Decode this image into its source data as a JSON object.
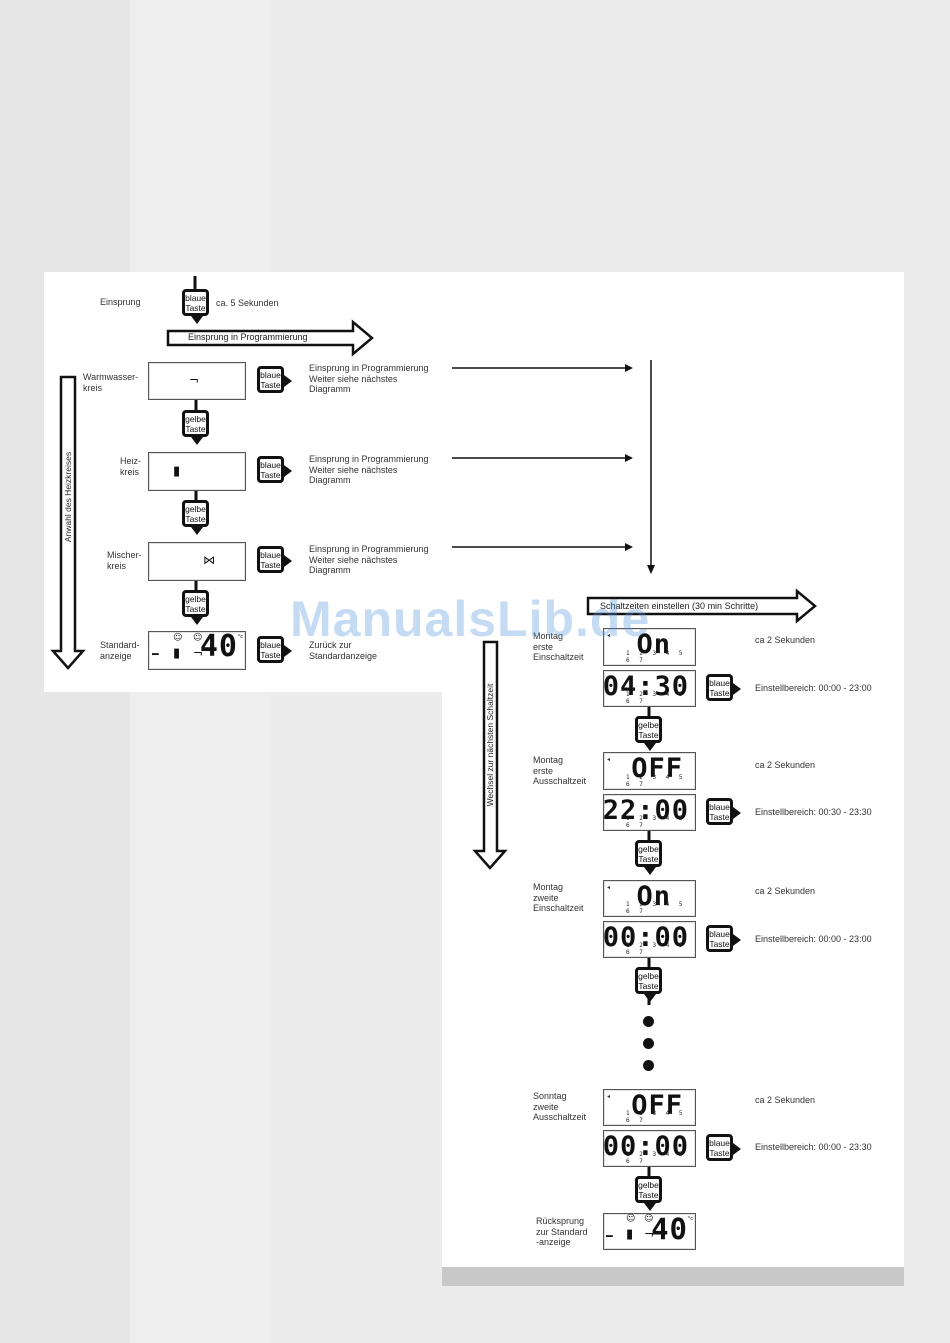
{
  "watermark": "ManualsLib.de",
  "colors": {
    "background": "#ececec",
    "panel": "#ffffff",
    "footer_bar": "#c8c8c8",
    "watermark": "#5b9be0"
  },
  "left_diagram": {
    "entry_label": "Einsprung",
    "entry_key": "blaue\nTaste",
    "entry_hint": "ca. 5 Sekunden",
    "entry_arrow": "Einsprung in Programmierung",
    "side_arrow": "Anwahl des Heizkreises",
    "rows": [
      {
        "label": "Warmwasser-\nkreis",
        "icon": "faucet-icon",
        "key": "blaue\nTaste",
        "text": "Einsprung in Programmierung\nWeiter siehe nächstes\nDiagramm"
      },
      {
        "label": "Heiz-\nkreis",
        "icon": "radiator-icon",
        "key": "blaue\nTaste",
        "text": "Einsprung in Programmierung\nWeiter siehe nächstes\nDiagramm"
      },
      {
        "label": "Mischer-\nkreis",
        "icon": "mixer-valve-icon",
        "key": "blaue\nTaste",
        "text": "Einsprung in Programmierung\nWeiter siehe nächstes\nDiagramm"
      },
      {
        "label": "Standard-\nanzeige",
        "icon": "standard-display",
        "key": "blaue\nTaste",
        "text": "Zurück zur\nStandardanzeige"
      }
    ],
    "between_keys": [
      "gelbe\nTaste",
      "gelbe\nTaste",
      "gelbe\nTaste"
    ],
    "standard_value": "40"
  },
  "right_diagram": {
    "top_arrow": "Schaltzeiten einstellen (30 min Schritte)",
    "side_arrow": "Wechsel zur nächsten Schaltzeit",
    "days_strip": "1 2 3 4 5 6 7",
    "steps": [
      {
        "label": "Montag\nerste\nEinschaltzeit",
        "flag": "On",
        "flag_hint": "ca 2 Sekunden",
        "time": "04:30",
        "key": "blaue\nTaste",
        "range": "Einstellbereich: 00:00 - 23:00"
      },
      {
        "label": "Montag\nerste\nAusschaltzeit",
        "flag": "OFF",
        "flag_hint": "ca 2 Sekunden",
        "time": "22:00",
        "key": "blaue\nTaste",
        "range": "Einstellbereich: 00:30 - 23:30"
      },
      {
        "label": "Montag\nzweite\nEinschaltzeit",
        "flag": "On",
        "flag_hint": "ca 2 Sekunden",
        "time": "00:00",
        "key": "blaue\nTaste",
        "range": "Einstellbereich: 00:00 - 23:00"
      },
      {
        "label": "Sonntag\nzweite\nAusschaltzeit",
        "flag": "OFF",
        "flag_hint": "ca 2 Sekunden",
        "time": "00:00",
        "key": "blaue\nTaste",
        "range": "Einstellbereich: 00:00 - 23:30"
      }
    ],
    "between_keys": [
      "gelbe\nTaste",
      "gelbe\nTaste",
      "gelbe\nTaste",
      "gelbe\nTaste"
    ],
    "return_label": "Rücksprung\nzur Standard\n-anzeige",
    "return_value": "40"
  }
}
